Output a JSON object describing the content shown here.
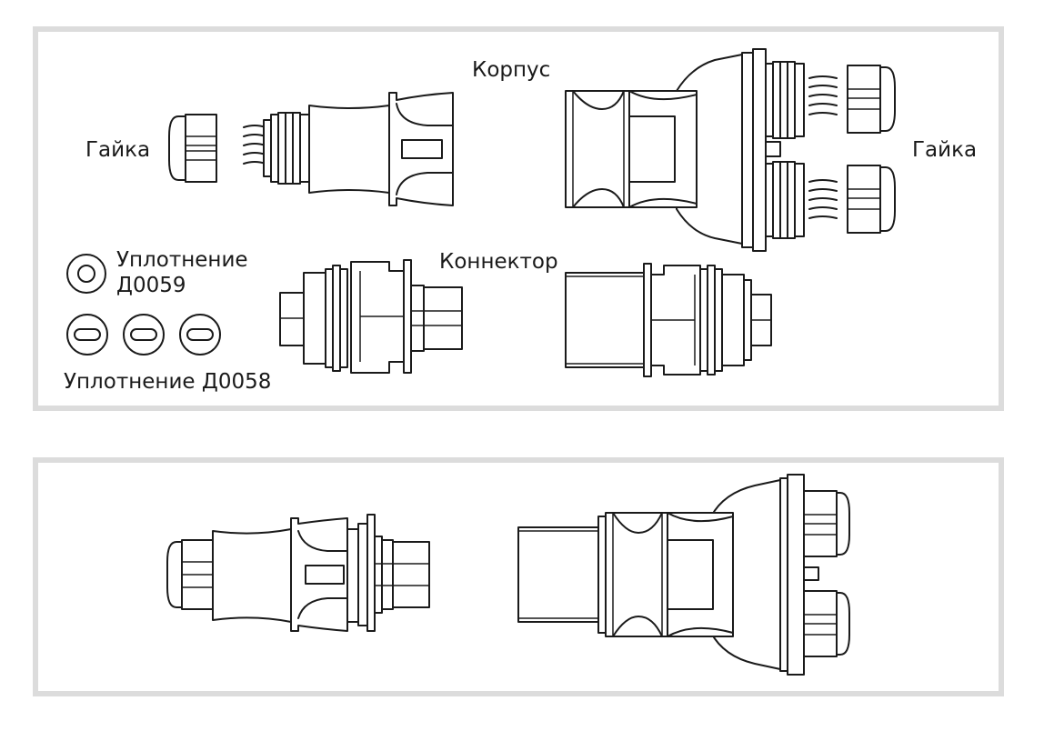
{
  "labels": {
    "nut_left": "Гайка",
    "nut_right": "Гайка",
    "housing": "Корпус",
    "connector": "Коннектор",
    "seal_d0059_line1": "Уплотнение",
    "seal_d0059_line2": "Д0059",
    "seal_d0058": "Уплотнение Д0058"
  },
  "icons": {
    "nut": "hex-nut-icon",
    "seal_round": "round-seal-icon",
    "seal_slot": "slot-seal-icon"
  },
  "colors": {
    "panel_border": "#dcdcdc",
    "line": "#1a1a1a",
    "background": "#ffffff"
  }
}
